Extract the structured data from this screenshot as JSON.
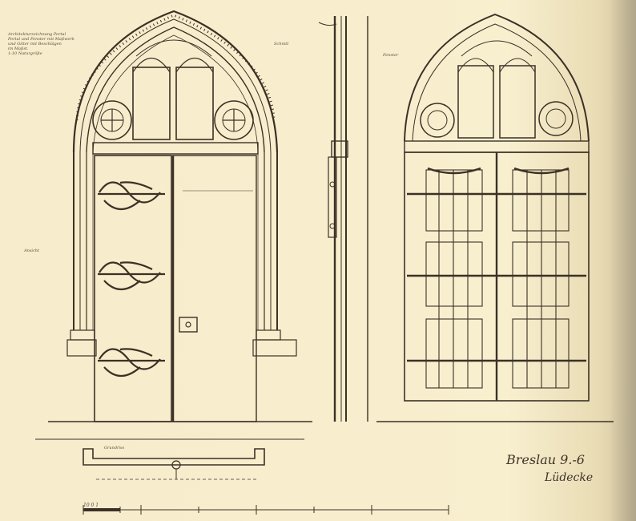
{
  "sheet": {
    "header_note": [
      "Architekturzeichnung Portal",
      "Portal und Fenster mit Maßwerk",
      "und Gitter mit Beschlägen",
      "im Maßst.",
      "1:10 Naturgröße"
    ],
    "label_section_top": "Schnitt",
    "label_window_top": "Fenster",
    "label_side": "Ansicht",
    "label_plan": "Grundriss",
    "signature_place_date": "Breslau 9.-6",
    "signature_name": "Lüdecke",
    "scale_bar_label": "10 0 1"
  },
  "colors": {
    "paper": "#f6ecc9",
    "ink": "#3b3126"
  }
}
